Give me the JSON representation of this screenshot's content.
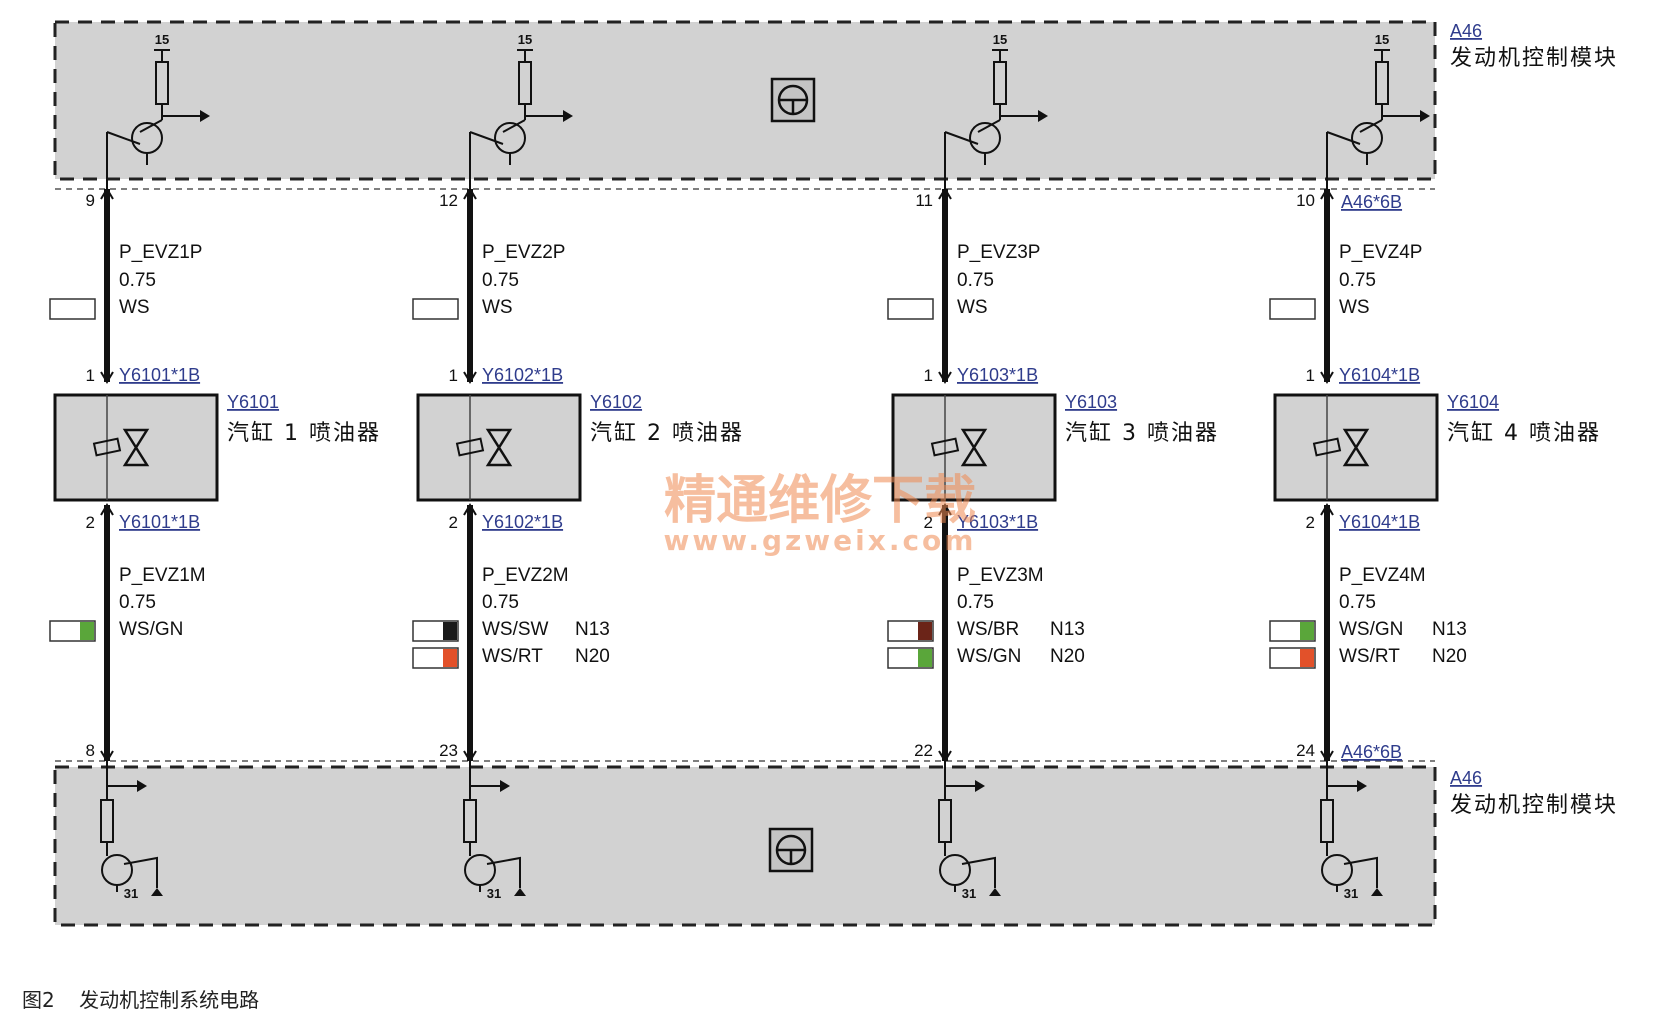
{
  "module": {
    "ref": "A46",
    "name": "发动机控制模块",
    "connector_ref": "A46*6B",
    "top_supply_label": "15",
    "bottom_ground_label": "31"
  },
  "cylinders": [
    {
      "upper_pin": "9",
      "lower_pin": "8",
      "wire_pos": {
        "name": "P_EVZ1P",
        "size": "0.75",
        "color": "WS"
      },
      "injector": {
        "ref": "Y6101",
        "name": "汽缸 1 喷油器",
        "connector": "Y6101*1B",
        "pin_top": "1",
        "pin_bottom": "2"
      },
      "wire_neg": {
        "name": "P_EVZ1M",
        "size": "0.75",
        "variants": [
          {
            "color": "WS/GN",
            "engine": "",
            "stripe": "#5aa63a"
          }
        ]
      }
    },
    {
      "upper_pin": "12",
      "lower_pin": "23",
      "wire_pos": {
        "name": "P_EVZ2P",
        "size": "0.75",
        "color": "WS"
      },
      "injector": {
        "ref": "Y6102",
        "name": "汽缸 2 喷油器",
        "connector": "Y6102*1B",
        "pin_top": "1",
        "pin_bottom": "2"
      },
      "wire_neg": {
        "name": "P_EVZ2M",
        "size": "0.75",
        "variants": [
          {
            "color": "WS/SW",
            "engine": "N13",
            "stripe": "#1a1a1a"
          },
          {
            "color": "WS/RT",
            "engine": "N20",
            "stripe": "#e2512a"
          }
        ]
      }
    },
    {
      "upper_pin": "11",
      "lower_pin": "22",
      "wire_pos": {
        "name": "P_EVZ3P",
        "size": "0.75",
        "color": "WS"
      },
      "injector": {
        "ref": "Y6103",
        "name": "汽缸 3 喷油器",
        "connector": "Y6103*1B",
        "pin_top": "1",
        "pin_bottom": "2"
      },
      "wire_neg": {
        "name": "P_EVZ3M",
        "size": "0.75",
        "variants": [
          {
            "color": "WS/BR",
            "engine": "N13",
            "stripe": "#6b2418"
          },
          {
            "color": "WS/GN",
            "engine": "N20",
            "stripe": "#5aa63a"
          }
        ]
      }
    },
    {
      "upper_pin": "10",
      "lower_pin": "24",
      "wire_pos": {
        "name": "P_EVZ4P",
        "size": "0.75",
        "color": "WS"
      },
      "injector": {
        "ref": "Y6104",
        "name": "汽缸 4 喷油器",
        "connector": "Y6104*1B",
        "pin_top": "1",
        "pin_bottom": "2"
      },
      "wire_neg": {
        "name": "P_EVZ4M",
        "size": "0.75",
        "variants": [
          {
            "color": "WS/GN",
            "engine": "N13",
            "stripe": "#5aa63a"
          },
          {
            "color": "WS/RT",
            "engine": "N20",
            "stripe": "#e2512a"
          }
        ]
      }
    }
  ],
  "watermark": {
    "line1": "精通维修下载",
    "line2": "www.gzweix.com"
  },
  "caption": {
    "fig": "图2",
    "title": "发动机控制系统电路"
  },
  "colors": {
    "module_fill": "#d2d2d2",
    "injector_fill": "#d2d2d2",
    "link": "#2f3c8c"
  }
}
